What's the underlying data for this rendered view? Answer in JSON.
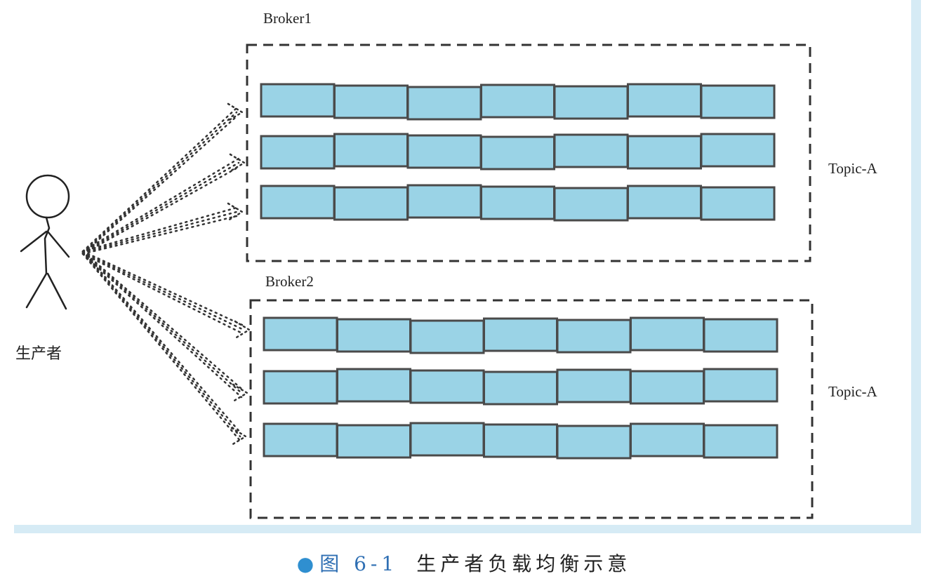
{
  "figure": {
    "caption_number": "图 6-1",
    "caption_title": "生产者负载均衡示意"
  },
  "producer": {
    "label": "生产者"
  },
  "brokers": [
    {
      "name": "Broker1",
      "topic": "Topic-A",
      "partitions": 3,
      "cells_per_partition": 7
    },
    {
      "name": "Broker2",
      "topic": "Topic-A",
      "partitions": 3,
      "cells_per_partition": 7
    }
  ],
  "colors": {
    "cell_fill": "#9ad3e6",
    "cell_border": "#4a4a4a",
    "box_border": "#333333",
    "panel_edge": "#cfe6f2",
    "caption": "#2f6fb3"
  }
}
